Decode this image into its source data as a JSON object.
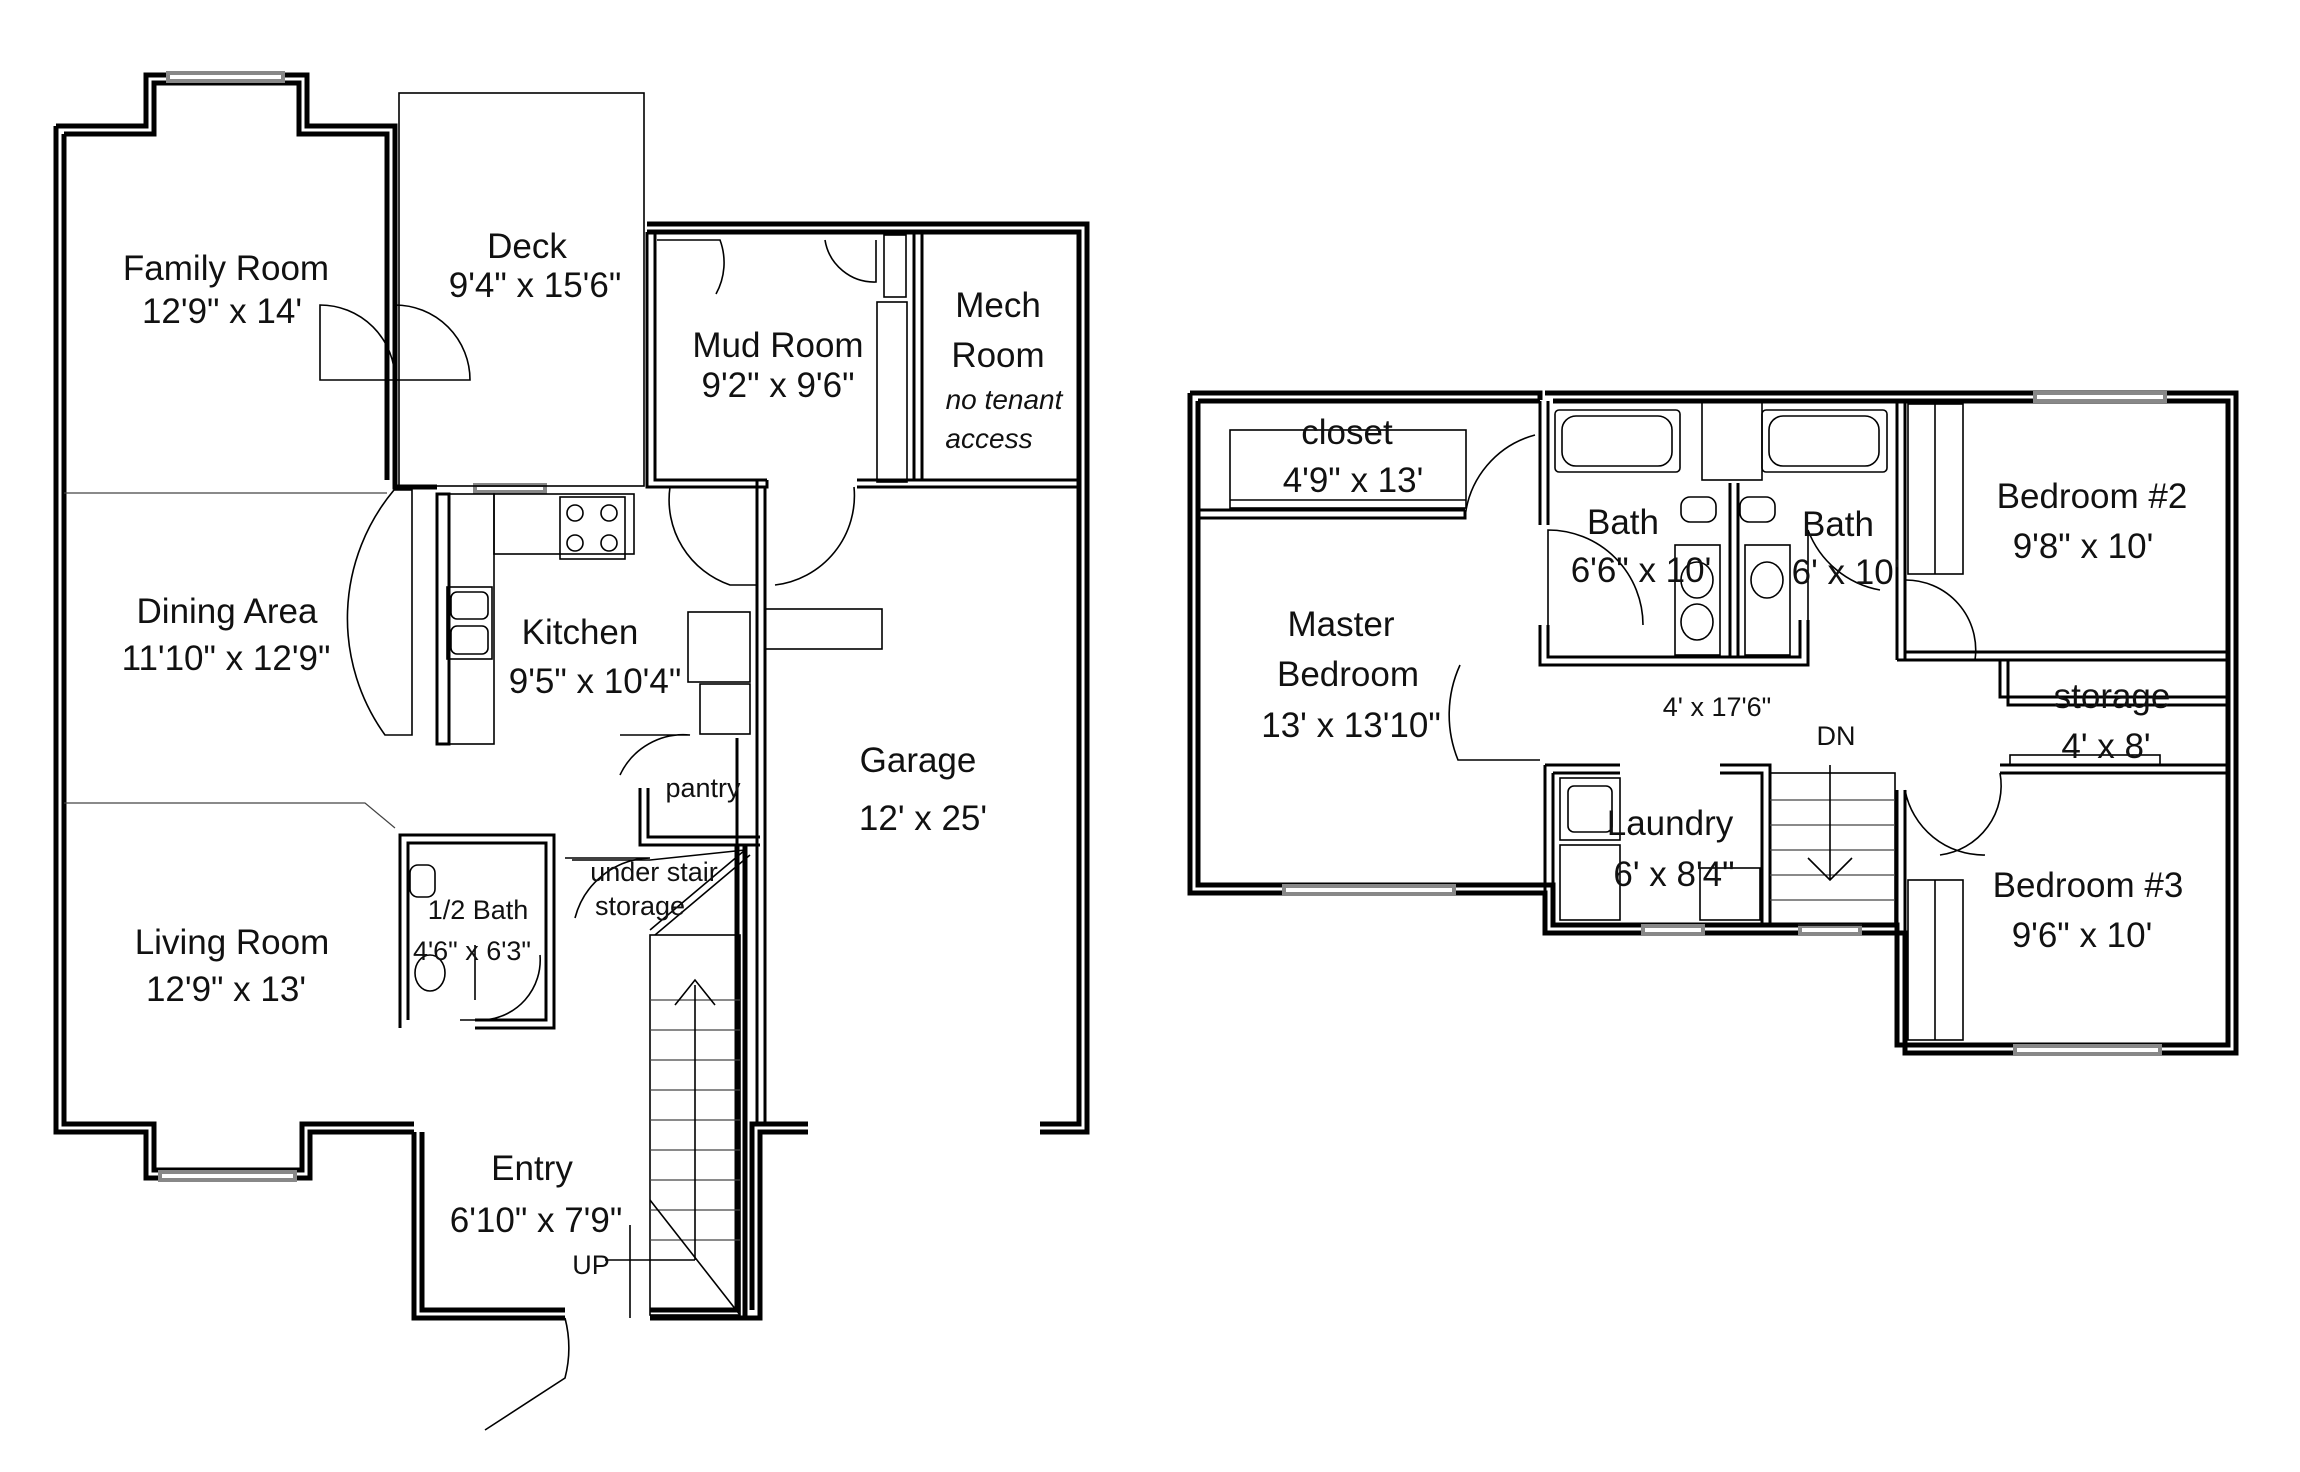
{
  "first_floor": {
    "family_room": {
      "name": "Family Room",
      "size": "12'9\" x 14'"
    },
    "deck": {
      "name": "Deck",
      "size": "9'4\" x 15'6\""
    },
    "mud_room": {
      "name": "Mud Room",
      "size": "9'2\" x 9'6\""
    },
    "mech_room": {
      "name_line1": "Mech",
      "name_line2": "Room",
      "note_line1": "no tenant",
      "note_line2": "access"
    },
    "dining_area": {
      "name": "Dining Area",
      "size": "11'10\" x 12'9\""
    },
    "kitchen": {
      "name": "Kitchen",
      "size": "9'5\" x 10'4\""
    },
    "pantry": {
      "name": "pantry"
    },
    "garage": {
      "name": "Garage",
      "size": "12' x 25'"
    },
    "under_stair": {
      "line1": "under stair",
      "line2": "storage"
    },
    "half_bath": {
      "name": "1/2 Bath",
      "size": "4'6\" x 6'3\""
    },
    "living_room": {
      "name": "Living Room",
      "size": "12'9\" x 13'"
    },
    "entry": {
      "name": "Entry",
      "size": "6'10\" x 7'9\""
    },
    "stairs": {
      "label": "UP"
    }
  },
  "second_floor": {
    "closet": {
      "name": "closet",
      "size": "4'9\" x 13'"
    },
    "bath_1": {
      "name": "Bath",
      "size": "6'6\" x 10'"
    },
    "bath_2": {
      "name": "Bath",
      "size": "6' x 10'"
    },
    "bedroom_2": {
      "name": "Bedroom #2",
      "size": "9'8\" x 10'"
    },
    "master_bedroom": {
      "name_line1": "Master",
      "name_line2": "Bedroom",
      "size": "13' x 13'10\""
    },
    "hall": {
      "size": "4' x 17'6\""
    },
    "stairs": {
      "label": "DN"
    },
    "storage": {
      "name": "storage",
      "size": "4' x 8'"
    },
    "laundry": {
      "name": "Laundry",
      "size": "6' x 8'4\""
    },
    "bedroom_3": {
      "name": "Bedroom #3",
      "size": "9'6\" x 10'"
    }
  }
}
